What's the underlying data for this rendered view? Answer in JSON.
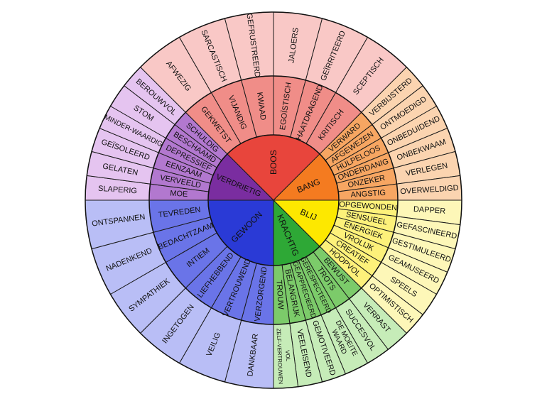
{
  "wheel": {
    "core": [
      {
        "label": "BOOS",
        "color": "#e8453c",
        "inner": [
          "GEKWETST",
          "VIJANDIG",
          "KWAAD",
          "EGOÏSTISCH",
          "HAATDRAGEND",
          "KRITISCH"
        ],
        "outer": [
          "AFWEZIG",
          "SARCASTISCH",
          "GEFRUSTREERD",
          "JALOERS",
          "GEÏRRITEERD",
          "SCEPTISCH"
        ]
      },
      {
        "label": "BANG",
        "color": "#f47b20",
        "inner": [
          "VERWARD",
          "AFGEWEZEN",
          "HULPELOOS",
          "ONDERDANIG",
          "ONZEKER",
          "ANGSTIG"
        ],
        "outer": [
          "VERBIJSTERD",
          "ONTMOEDIGD",
          "ONBEDUIDEND",
          "ONBEKWAAM",
          "VERLEGEN",
          "OVERWELDIGD"
        ]
      },
      {
        "label": "BLIJ",
        "color": "#fde800",
        "inner": [
          "OPGEWONDEN",
          "SENSUEEL",
          "ENERGIEK",
          "VROLIJK",
          "CREATIEF",
          "HOOPVOL"
        ],
        "outer": [
          "DAPPER",
          "GEFASCINEERD",
          "GESTIMULEERD",
          "GEAMUSEERD",
          "SPEELS",
          "OPTIMISTISCH"
        ]
      },
      {
        "label": "KRACHTIG",
        "color": "#2ea836",
        "inner": [
          "BEWUST",
          "TROTS",
          "GERESPECTEERD",
          "GEAPPRECIEERD",
          "BELANGRIJK",
          "TROUW"
        ],
        "outer": [
          "VERRAST",
          "SUCCESVOL",
          "DE MOEITE WAARD",
          "GEMOTIVEERD",
          "VEELEISEND",
          "VOL ZELF-VERTROUWEN"
        ]
      },
      {
        "label": "GEWOON",
        "color": "#2a3ad6",
        "inner": [
          "VERZORGEND",
          "VERTROUWEND",
          "LIEFHEBBEND",
          "INTIEM",
          "BEDACHTZAAM",
          "TEVREDEN"
        ],
        "outer": [
          "DANKBAAR",
          "VEILIG",
          "INGETOGEN",
          "SYMPATHIEK",
          "NADENKEND",
          "ONTSPANNEN"
        ]
      },
      {
        "label": "VERDRIETIG",
        "color": "#7a2da0",
        "inner": [
          "MOE",
          "VERVEELD",
          "EENZAAM",
          "DEPRESSIEF",
          "BESCHAAMD",
          "SCHULDIG"
        ],
        "outer": [
          "SLAPERIG",
          "GELATEN",
          "GEÏSOLEERD",
          "MINDER-WAARDIG",
          "STOM",
          "BEROUWVOL"
        ]
      }
    ],
    "inner_colors": [
      "#f08d88",
      "#f7a662",
      "#fdf17a",
      "#7ccb6a",
      "#6a74e8",
      "#b278cf"
    ],
    "outer_colors": [
      "#f9c8c6",
      "#fbd4b0",
      "#fdf7b8",
      "#c6ecb8",
      "#b9bef6",
      "#e5c4f0"
    ]
  }
}
